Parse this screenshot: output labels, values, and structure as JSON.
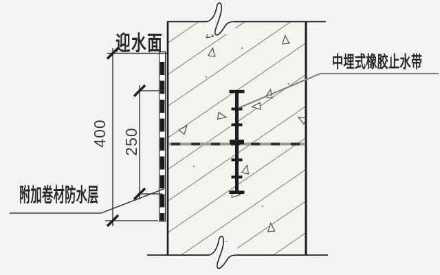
{
  "labels": {
    "water_facing_side": "迎水面",
    "waterstop": "中埋式橡胶止水带",
    "membrane": "附加卷材防水层"
  },
  "dimensions": {
    "overall": "400",
    "waterstop_zone": "250"
  },
  "colors": {
    "bg": "#f5f4f2",
    "wall": "#f4f3f0",
    "line": "#1c1c1c",
    "hatch": "#8f8f8f",
    "joint": "#9a9a9a",
    "dim": "#3c3c3c",
    "leader": "#858585",
    "text": "#262626"
  }
}
